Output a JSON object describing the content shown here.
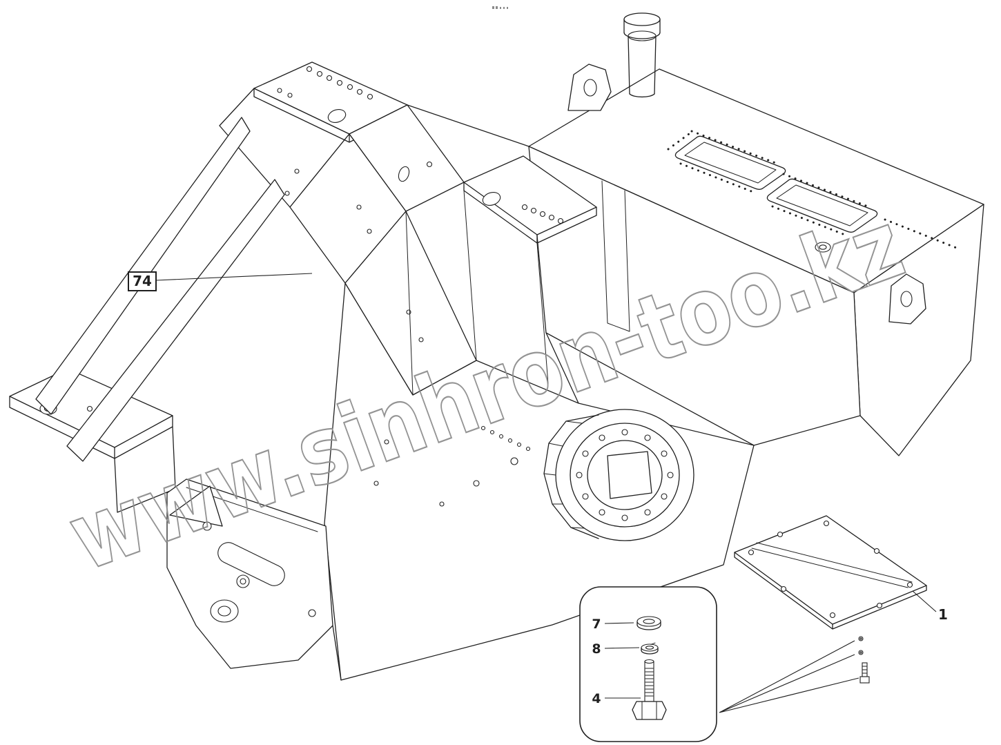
{
  "diagram": {
    "watermark_text": "www.sinhron-too.kz",
    "callouts": {
      "frame_label": "74",
      "cover_plate_label": "1",
      "washer_label": "7",
      "lock_washer_label": "8",
      "bolt_label": "4"
    },
    "colors": {
      "line": "#1f1f1f",
      "watermark": "#8f8f8f",
      "background": "#ffffff"
    }
  }
}
